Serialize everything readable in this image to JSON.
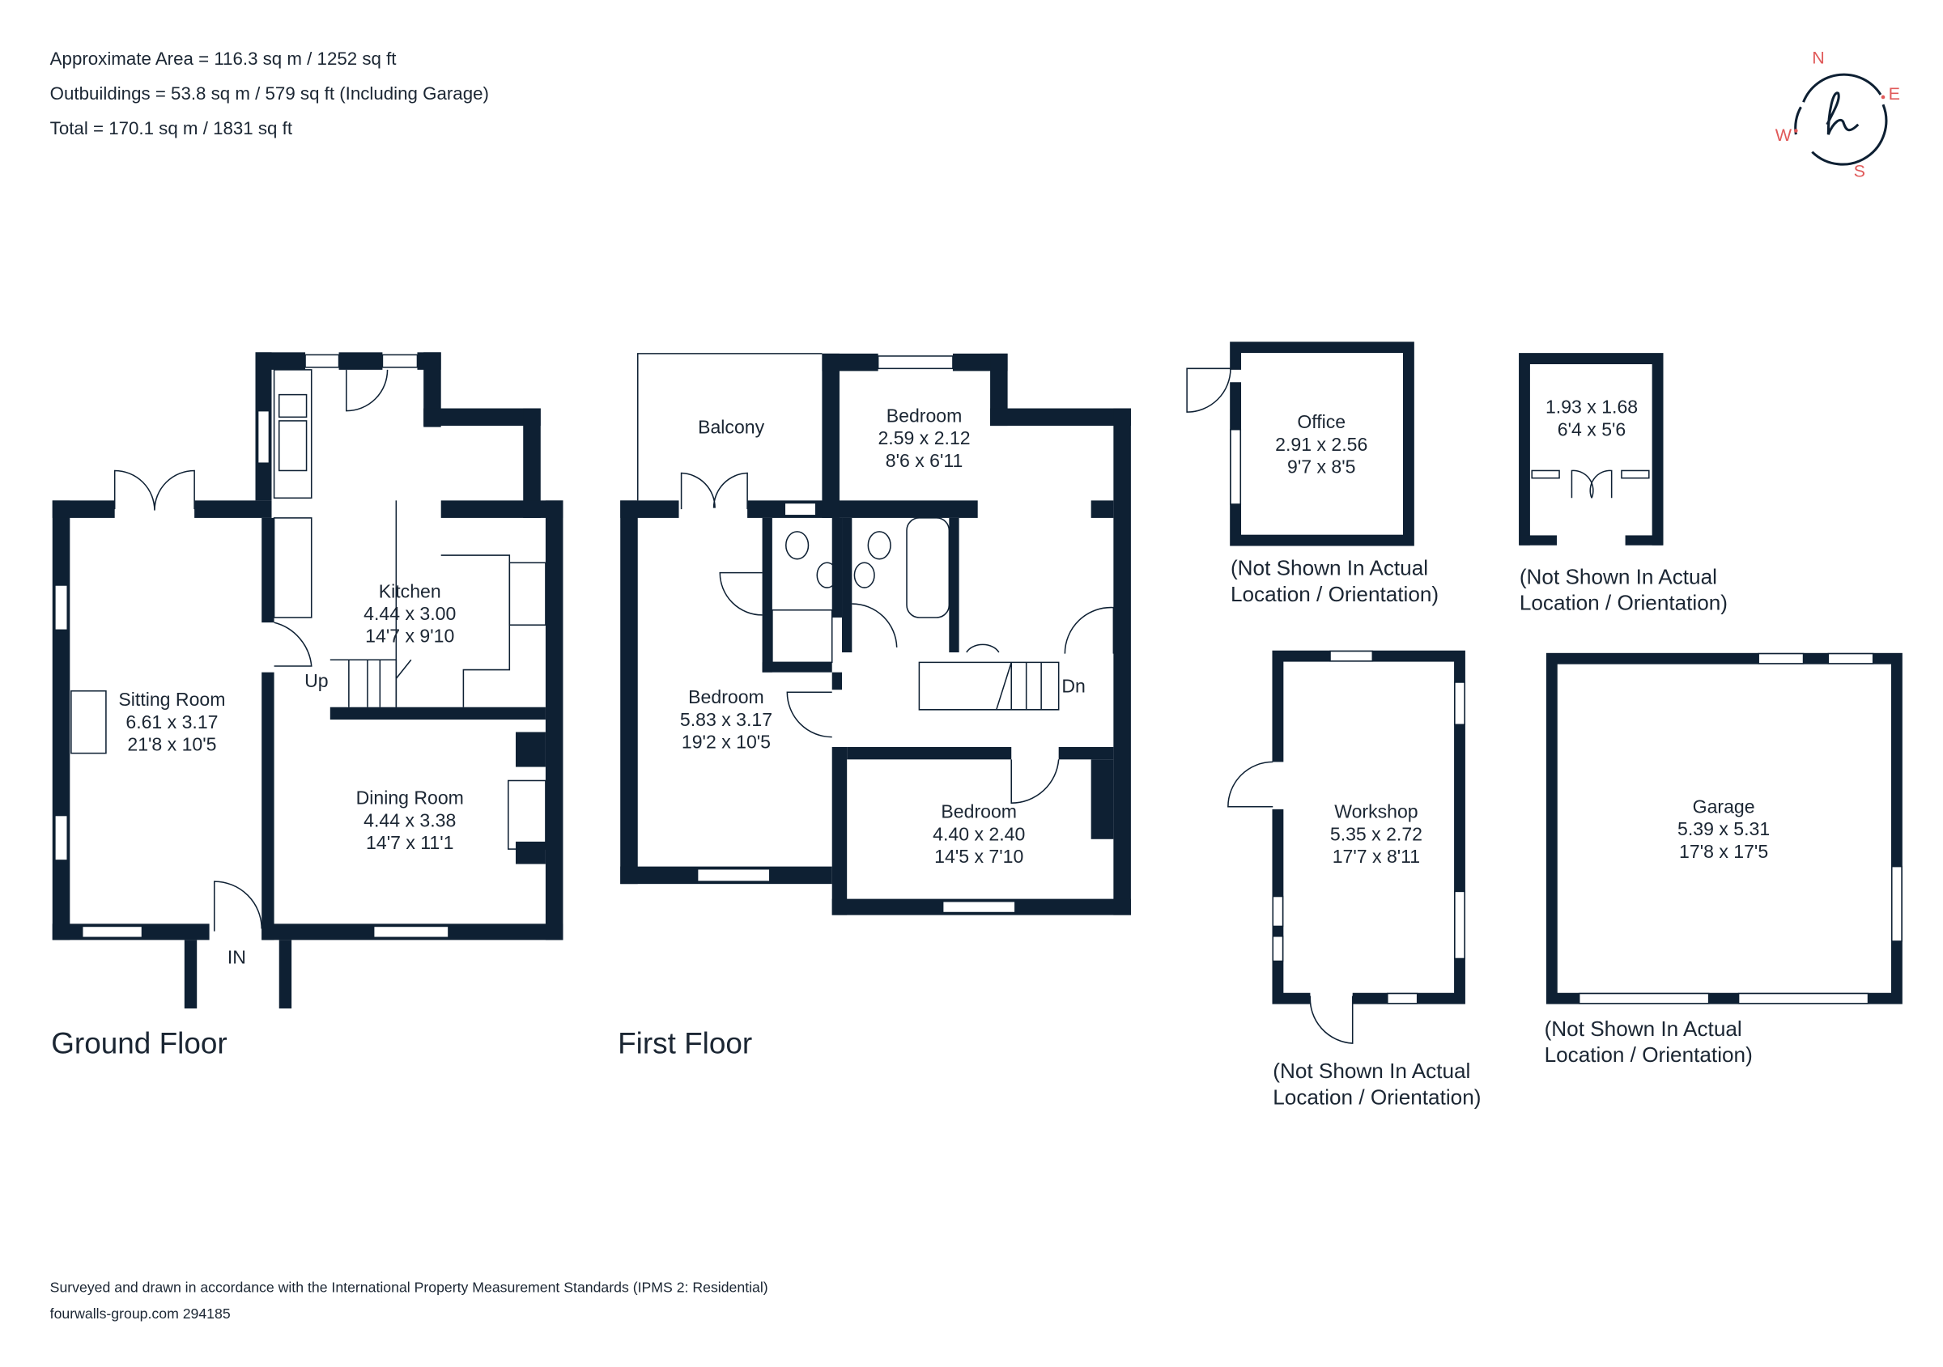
{
  "header": {
    "area": "Approximate Area = 116.3 sq m / 1252 sq ft",
    "outbuildings": "Outbuildings = 53.8 sq m / 579 sq ft (Including Garage)",
    "total": "Total = 170.1 sq m / 1831 sq ft"
  },
  "compass": {
    "n": "N",
    "e": "E",
    "s": "S",
    "w": "W",
    "logo_color": "#0e2033",
    "accent_color": "#e05a5a"
  },
  "ground_floor": {
    "title": "Ground Floor",
    "rooms": [
      {
        "name": "Kitchen",
        "metric": "4.44 x 3.00",
        "imperial": "14'7 x 9'10"
      },
      {
        "name": "Sitting Room",
        "metric": "6.61 x 3.17",
        "imperial": "21'8 x 10'5"
      },
      {
        "name": "Dining Room",
        "metric": "4.44 x 3.38",
        "imperial": "14'7 x 11'1"
      }
    ],
    "up": "Up",
    "entrance": "IN"
  },
  "first_floor": {
    "title": "First Floor",
    "balcony": "Balcony",
    "rooms": [
      {
        "name": "Bedroom",
        "metric": "2.59 x 2.12",
        "imperial": "8'6 x 6'11"
      },
      {
        "name": "Bedroom",
        "metric": "5.83 x 3.17",
        "imperial": "19'2 x 10'5"
      },
      {
        "name": "Bedroom",
        "metric": "4.40 x 2.40",
        "imperial": "14'5 x 7'10"
      }
    ],
    "down": "Dn"
  },
  "outbuildings": {
    "office": {
      "name": "Office",
      "metric": "2.91 x 2.56",
      "imperial": "9'7 x 8'5",
      "note1": "(Not Shown In Actual",
      "note2": "Location / Orientation)"
    },
    "store": {
      "metric": "1.93 x 1.68",
      "imperial": "6'4 x 5'6",
      "note1": "(Not Shown In Actual",
      "note2": "Location / Orientation)"
    },
    "workshop": {
      "name": "Workshop",
      "metric": "5.35 x 2.72",
      "imperial": "17'7 x 8'11",
      "note1": "(Not Shown In Actual",
      "note2": "Location / Orientation)"
    },
    "garage": {
      "name": "Garage",
      "metric": "5.39 x 5.31",
      "imperial": "17'8 x 17'5",
      "note1": "(Not Shown In Actual",
      "note2": "Location / Orientation)"
    }
  },
  "footer": {
    "standards": "Surveyed and drawn in accordance with the International Property Measurement Standards (IPMS 2: Residential)",
    "reference": "fourwalls-group.com 294185"
  }
}
